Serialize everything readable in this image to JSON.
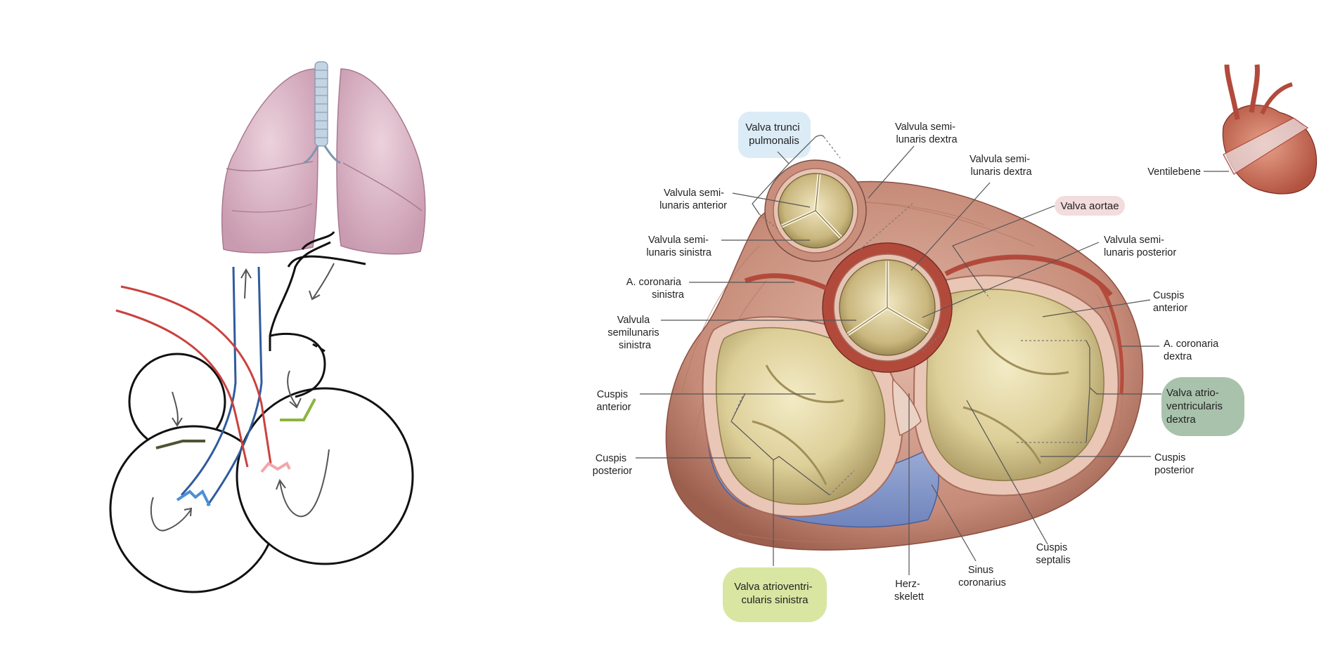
{
  "colors": {
    "pulmonary_highlight": "#dcecf7",
    "aortic_highlight": "#f3dcdd",
    "mitral_highlight": "#d8e6a2",
    "tricuspid_highlight": "#a9c2ac",
    "arterial_red": "#c9423f",
    "venous_blue": "#2f5b9e",
    "lung_pink": "#dcb6c6"
  },
  "labels": {
    "valva_trunci_pulmonalis": [
      "Valva trunci",
      "pulmonalis"
    ],
    "valvula_semilunaris_anterior": [
      "Valvula semi-",
      "lunaris anterior"
    ],
    "valvula_semilunaris_sinistra_pulm": [
      "Valvula semi-",
      "lunaris sinistra"
    ],
    "a_coronaria_sinistra": [
      "A. coronaria",
      "sinistra"
    ],
    "valvula_semilunaris_sinistra_aort": [
      "Valvula",
      "semilunaris",
      "sinistra"
    ],
    "cuspis_anterior_left": [
      "Cuspis",
      "anterior"
    ],
    "cuspis_posterior_left": [
      "Cuspis",
      "posterior"
    ],
    "valva_atrioventricularis_sinistra": [
      "Valva atrioventri-",
      "cularis sinistra"
    ],
    "valvula_semilunaris_dextra_pulm": [
      "Valvula semi-",
      "lunaris dextra"
    ],
    "valvula_semilunaris_dextra_aort": [
      "Valvula semi-",
      "lunaris dextra"
    ],
    "valva_aortae": [
      "Valva aortae"
    ],
    "valvula_semilunaris_posterior": [
      "Valvula semi-",
      "lunaris posterior"
    ],
    "cuspis_anterior_right": [
      "Cuspis",
      "anterior"
    ],
    "a_coronaria_dextra": [
      "A. coronaria",
      "dextra"
    ],
    "valva_atrioventricularis_dextra": [
      "Valva atrio-",
      "ventricularis",
      "dextra"
    ],
    "cuspis_posterior_right": [
      "Cuspis",
      "posterior"
    ],
    "cuspis_septalis": [
      "Cuspis",
      "septalis"
    ],
    "sinus_coronarius": [
      "Sinus",
      "coronarius"
    ],
    "herzskelett": [
      "Herz-",
      "skelett"
    ],
    "ventilebene": [
      "Ventilebene"
    ]
  }
}
